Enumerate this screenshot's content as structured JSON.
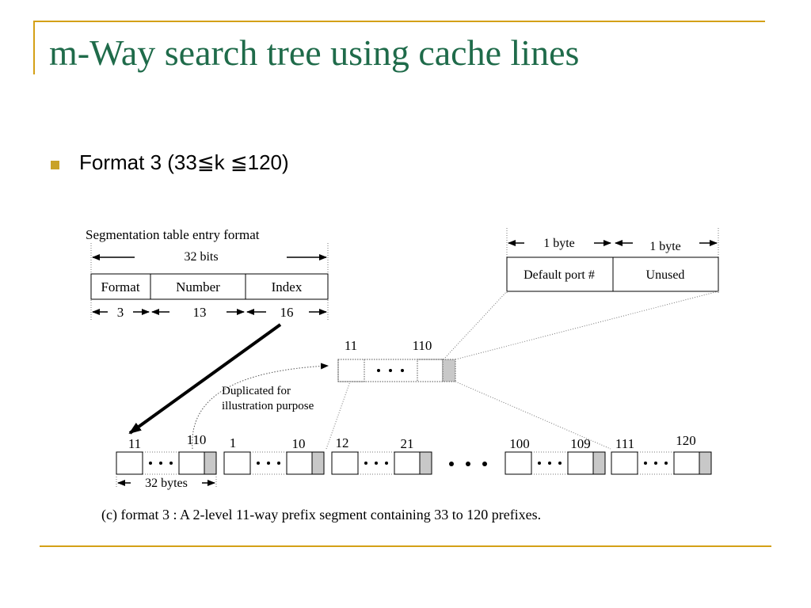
{
  "slide": {
    "title": "m-Way search tree using cache lines",
    "bullet": "Format 3 (33≦k ≦120)"
  },
  "diagram": {
    "seg_title": "Segmentation table entry format",
    "bits_total": "32 bits",
    "fields": [
      {
        "name": "Format",
        "bits": "3"
      },
      {
        "name": "Number",
        "bits": "13"
      },
      {
        "name": "Index",
        "bits": "16"
      }
    ],
    "port_header": {
      "byte_a": "1 byte",
      "byte_b": "1 byte",
      "cell_a": "Default port #",
      "cell_b": "Unused"
    },
    "top_node": {
      "left": "11",
      "right": "110"
    },
    "dup_note_1": "Duplicated for",
    "dup_note_2": "illustration purpose",
    "leaf_labels": [
      "11",
      "110",
      "1",
      "10",
      "12",
      "21",
      "100",
      "109",
      "111",
      "120"
    ],
    "size_label": "32 bytes",
    "caption": "(c) format 3 : A 2-level 11-way prefix segment containing 33 to 120 prefixes."
  }
}
